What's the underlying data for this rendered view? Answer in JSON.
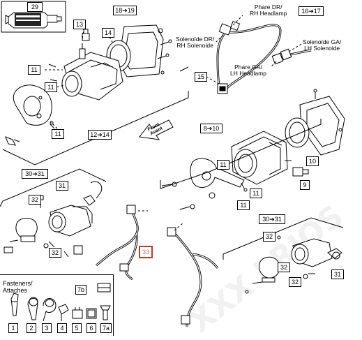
{
  "callouts": {
    "c29": "29",
    "c18_19": "18➔19",
    "c13": "13",
    "c14": "14",
    "c16_17": "16➔17",
    "c11_a": "11",
    "c11_b": "11",
    "c11_c": "11",
    "c12_14": "12➔14",
    "c15": "15",
    "c8_10": "8➔10",
    "c10": "10",
    "c11_d": "11",
    "c9": "9",
    "c11_e": "11",
    "c11_f": "11",
    "c30_31_a": "30➔31",
    "c31_a": "31",
    "c32_a": "32",
    "c32_b": "32",
    "c33": "33",
    "c30_31_b": "30➔31",
    "c32_c": "32",
    "c32_d": "32",
    "c32_e": "32",
    "c31_b": "31"
  },
  "labels": {
    "rh_headlamp_line1": "Phare DR/",
    "rh_headlamp_line2": "RH Headlamp",
    "rh_solenoid_line1": "Solenoïde DR/",
    "rh_solenoid_line2": "RH Solenoide",
    "lh_solenoid_line1": "Solenoïde GA/",
    "lh_solenoid_line2": "LH Solenoide",
    "lh_headlamp_line1": "Phare GA/",
    "lh_headlamp_line2": "LH Headlamp",
    "front_line1": "Front",
    "front_line2": "Avant"
  },
  "legend": {
    "title_line1": "Fasteners/",
    "title_line2": "Attaches",
    "items": [
      "1",
      "2",
      "3",
      "4",
      "5",
      "6",
      "7a",
      "7b"
    ]
  },
  "colors": {
    "line": "#000000",
    "highlight_border": "#c0392b",
    "highlight_text": "#b08060"
  }
}
